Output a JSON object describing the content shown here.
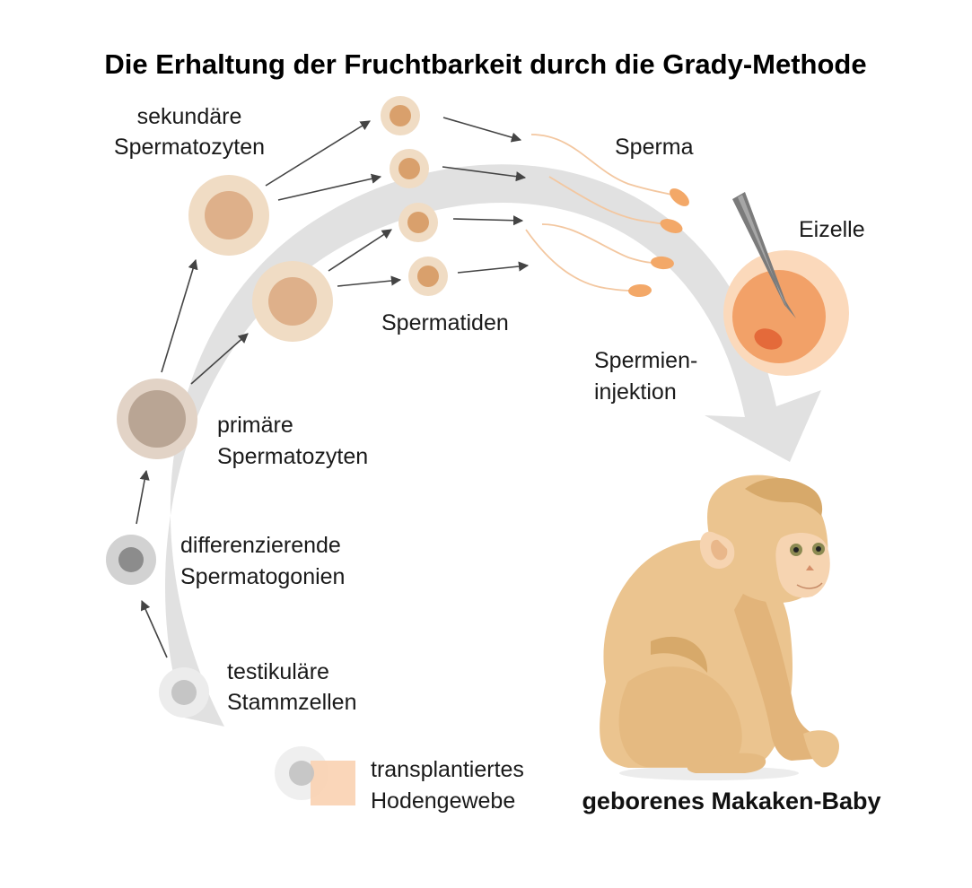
{
  "title": "Die Erhaltung der Fruchtbarkeit durch die Grady-Methode",
  "labels": {
    "sekundaere": [
      "sekundäre",
      "Spermatozyten"
    ],
    "sperma": "Sperma",
    "eizelle": "Eizelle",
    "spermatiden": "Spermatiden",
    "spermieninjektion": [
      "Spermien-",
      "injektion"
    ],
    "primaere": [
      "primäre",
      "Spermatozyten"
    ],
    "differenzierende": [
      "differenzierende",
      "Spermatogonien"
    ],
    "testikulaere": [
      "testikuläre",
      "Stammzellen"
    ],
    "transplantiert": [
      "transplantiertes",
      "Hodengewebe"
    ],
    "baby": "geborenes Makaken-Baby"
  },
  "colors": {
    "arc": "#e1e1e1",
    "cell_light": "#f0dcc4",
    "cell_mid": "#deb08a",
    "cell_dark_outer": "#e2d3c6",
    "cell_dark_inner": "#b9a594",
    "sperm": "#f3a868",
    "egg_outer": "#fbd9bb",
    "egg_inner": "#f2a168",
    "monkey": "#ebc48f",
    "monkey_shadow": "#d7a96a",
    "tissue": "#fad2b1"
  }
}
